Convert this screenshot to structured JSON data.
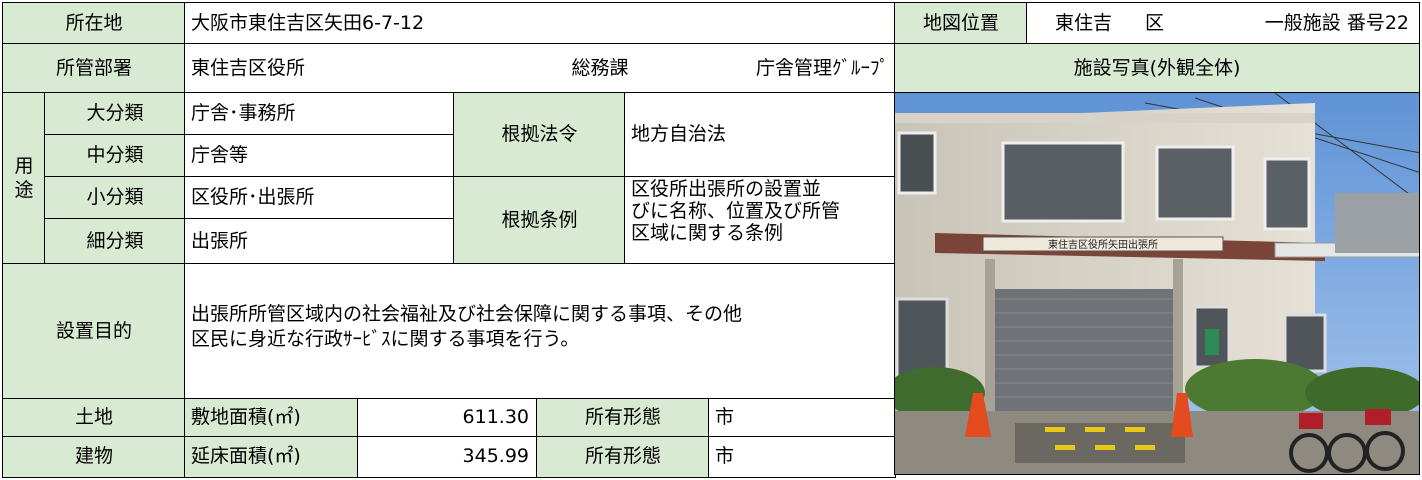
{
  "location": {
    "label": "所在地",
    "address": "大阪市東住吉区矢田6-7-12",
    "map_label": "地図位置",
    "map_ward": "東住吉",
    "map_ku": "区",
    "map_number": "一般施設 番号22"
  },
  "department": {
    "label": "所管部署",
    "office": "東住吉区役所",
    "section": "総務課",
    "group": "庁舎管理ｸﾞﾙｰﾌﾟ"
  },
  "photo": {
    "heading": "施設写真(外観全体)",
    "sign_text": "東住吉区役所矢田出張所"
  },
  "usage": {
    "label_line1": "用",
    "label_line2": "途",
    "major_label": "大分類",
    "major_value": "庁舎･事務所",
    "middle_label": "中分類",
    "middle_value": "庁舎等",
    "minor_label": "小分類",
    "minor_value": "区役所･出張所",
    "detail_label": "細分類",
    "detail_value": "出張所"
  },
  "legal": {
    "law_label": "根拠法令",
    "law_value": "地方自治法",
    "ordinance_label": "根拠条例",
    "ordinance_line1": "区役所出張所の設置並",
    "ordinance_line2": "びに名称、位置及び所管",
    "ordinance_line3": "区域に関する条例"
  },
  "purpose": {
    "label": "設置目的",
    "line1": "出張所所管区域内の社会福祉及び社会保障に関する事項、その他",
    "line2": "区民に身近な行政ｻｰﾋﾞｽに関する事項を行う。"
  },
  "land": {
    "label": "土地",
    "area_label": "敷地面積(㎡)",
    "area_value": "611.30",
    "ownership_label": "所有形態",
    "ownership_value": "市"
  },
  "building": {
    "label": "建物",
    "area_label": "延床面積(㎡)",
    "area_value": "345.99",
    "ownership_label": "所有形態",
    "ownership_value": "市"
  },
  "colors": {
    "label_fill": "#d9ead3",
    "border": "#000000"
  }
}
